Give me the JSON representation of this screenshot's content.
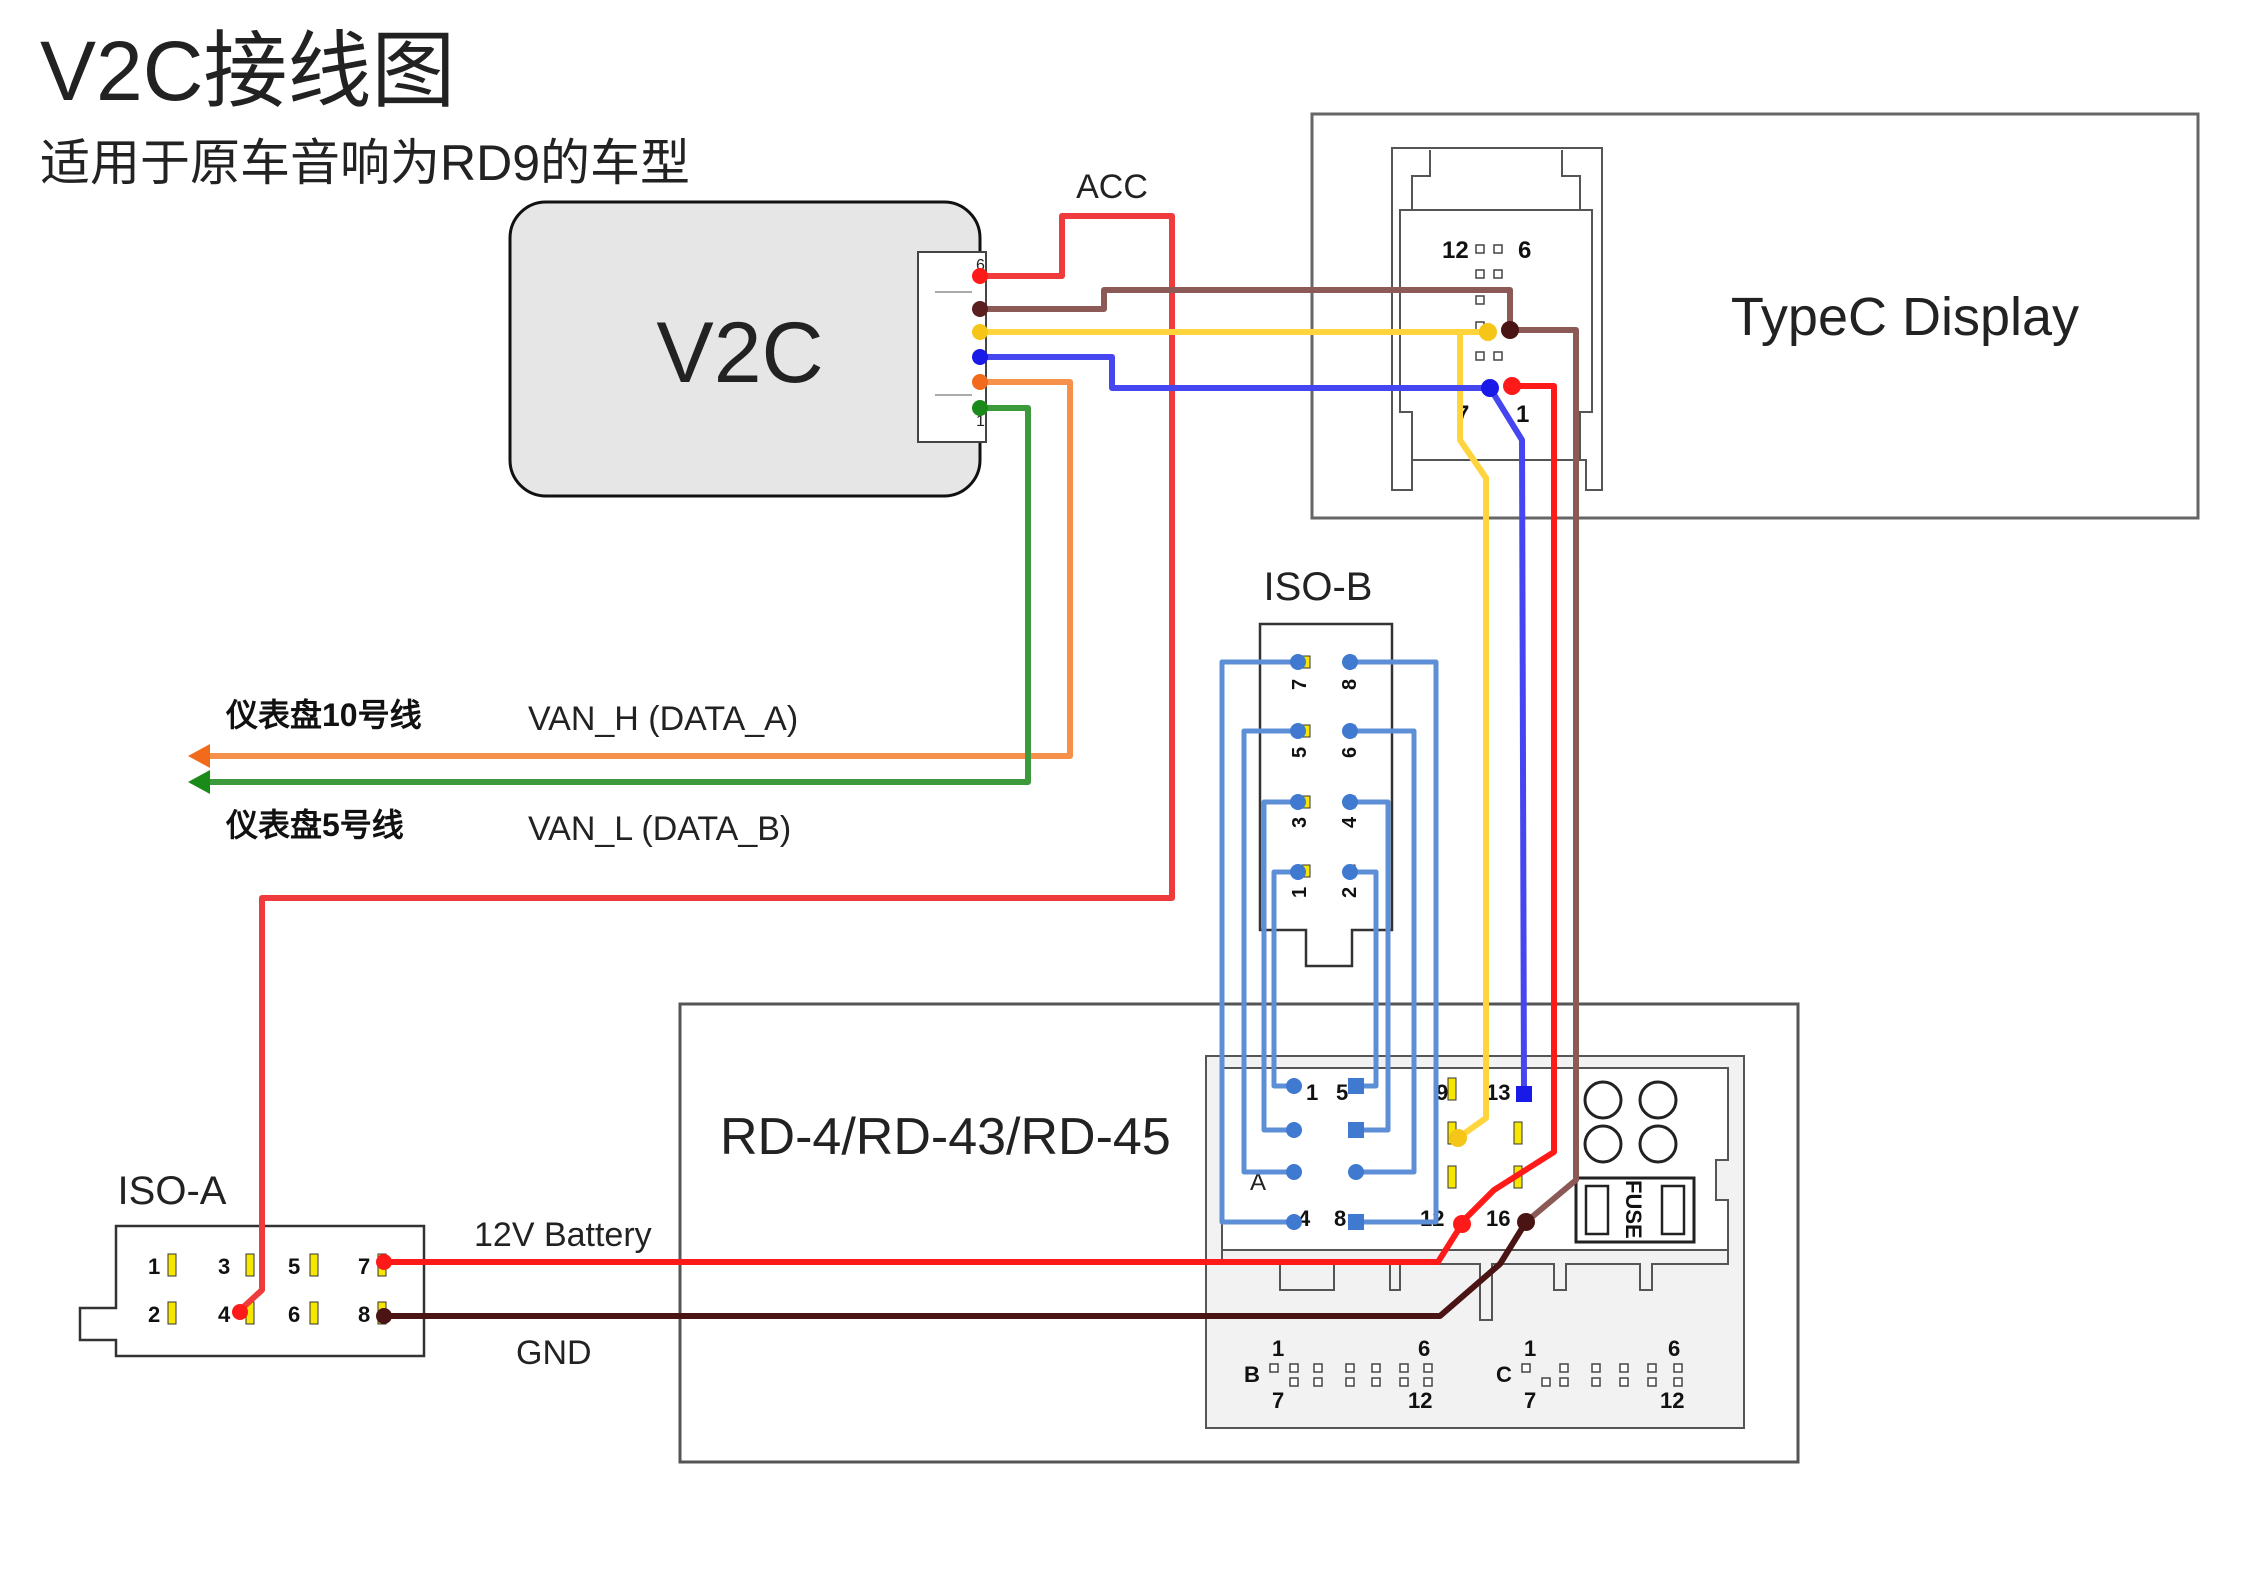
{
  "title": "V2C接线图",
  "subtitle": "适用于原车音响为RD9的车型",
  "v2c": {
    "label": "V2C",
    "pin_top": "6",
    "pin_bottom": "1"
  },
  "typec": {
    "label": "TypeC Display",
    "pin_12": "12",
    "pin_6": "6",
    "pin_7": "7",
    "pin_1": "1"
  },
  "wires": {
    "acc": "ACC",
    "battery": "12V Battery",
    "gnd": "GND",
    "van_h": "VAN_H (DATA_A)",
    "van_l": "VAN_L (DATA_B)",
    "dash_10": "仪表盘10号线",
    "dash_5": "仪表盘5号线"
  },
  "iso_b": {
    "label": "ISO-B",
    "pins": [
      "1",
      "2",
      "3",
      "4",
      "5",
      "6",
      "7",
      "8"
    ]
  },
  "iso_a": {
    "label": "ISO-A",
    "pins": [
      "1",
      "2",
      "3",
      "4",
      "5",
      "6",
      "7",
      "8"
    ]
  },
  "radio": {
    "label": "RD-4/RD-43/RD-45",
    "conn_a_label": "A",
    "conn_a_pins": [
      "1",
      "5",
      "9",
      "13",
      "4",
      "8",
      "12",
      "16"
    ],
    "fuse": "FUSE",
    "conn_b_label": "B",
    "conn_c_label": "C",
    "conn_b_pins": [
      "1",
      "6",
      "7",
      "12"
    ],
    "conn_c_pins": [
      "1",
      "6",
      "7",
      "12"
    ]
  },
  "colors": {
    "acc_red": "#ef3b3b",
    "battery_red": "#ff1a1a",
    "brown": "#8b5a57",
    "gnd_dark": "#4a1414",
    "yellow": "#ffd43d",
    "blue": "#4646f0",
    "orange": "#f5914a",
    "green": "#3c9a3c",
    "iso_blue": "#5d8fd6"
  }
}
